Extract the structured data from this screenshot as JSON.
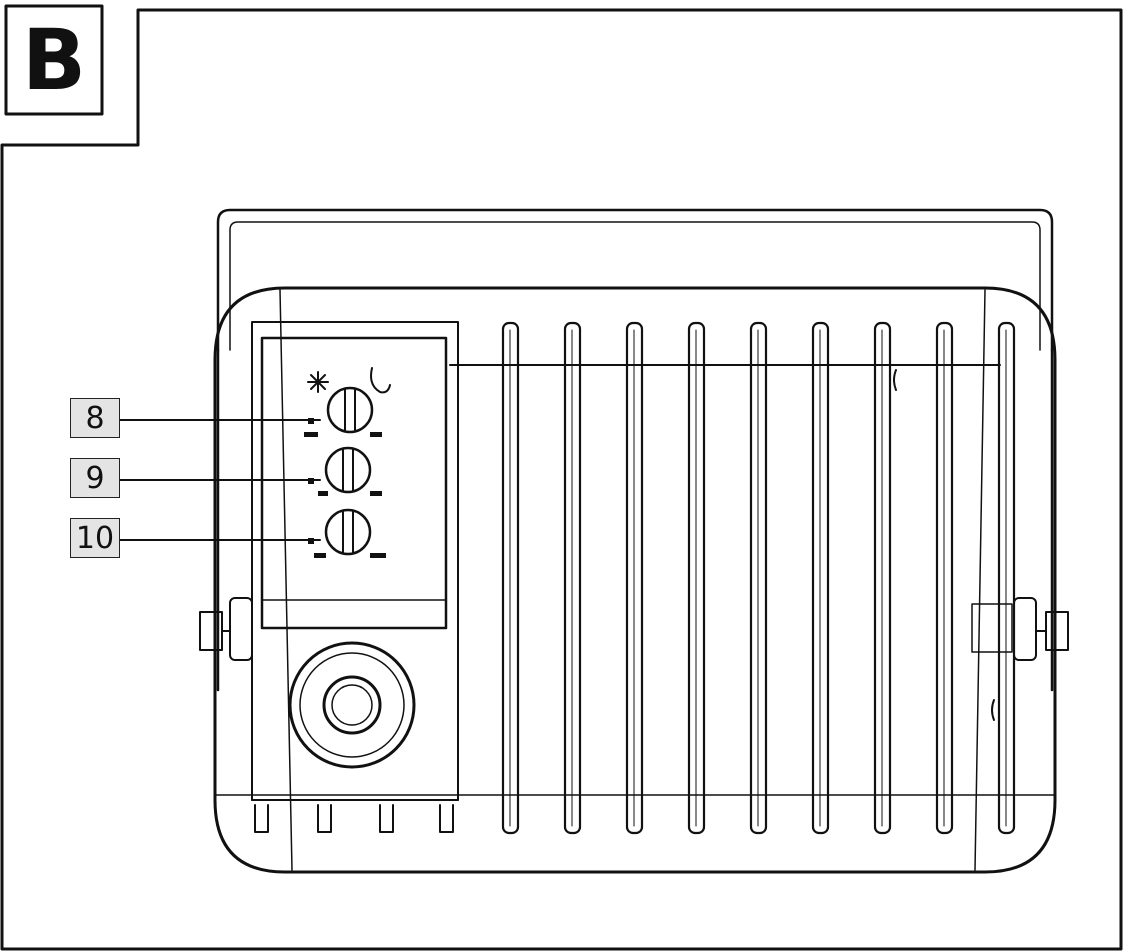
{
  "figure": {
    "letter": "B"
  },
  "callouts": [
    {
      "label": "8"
    },
    {
      "label": "9"
    },
    {
      "label": "10"
    }
  ],
  "colors": {
    "line": "#111111",
    "callout_fill": "#e4e4e4",
    "background": "#ffffff"
  }
}
